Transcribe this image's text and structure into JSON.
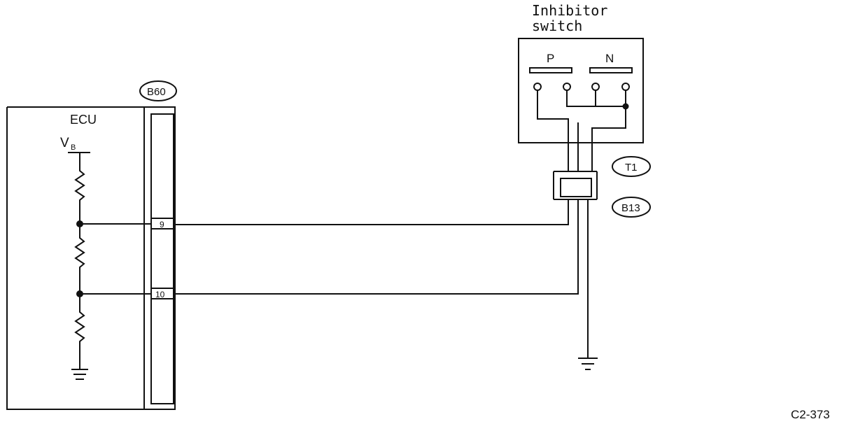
{
  "switch": {
    "title_line1": "Inhibitor",
    "title_line2": "switch",
    "pos_p": "P",
    "pos_n": "N"
  },
  "ecu": {
    "label": "ECU",
    "vb_main": "V",
    "vb_sub": "B"
  },
  "connectors": {
    "ecu_conn": "B60",
    "t1": "T1",
    "b13": "B13"
  },
  "pins": {
    "pin_a": "9",
    "pin_b": "10"
  },
  "figure_ref": "C2-373",
  "colors": {
    "ink": "#111111",
    "background": "#ffffff"
  }
}
